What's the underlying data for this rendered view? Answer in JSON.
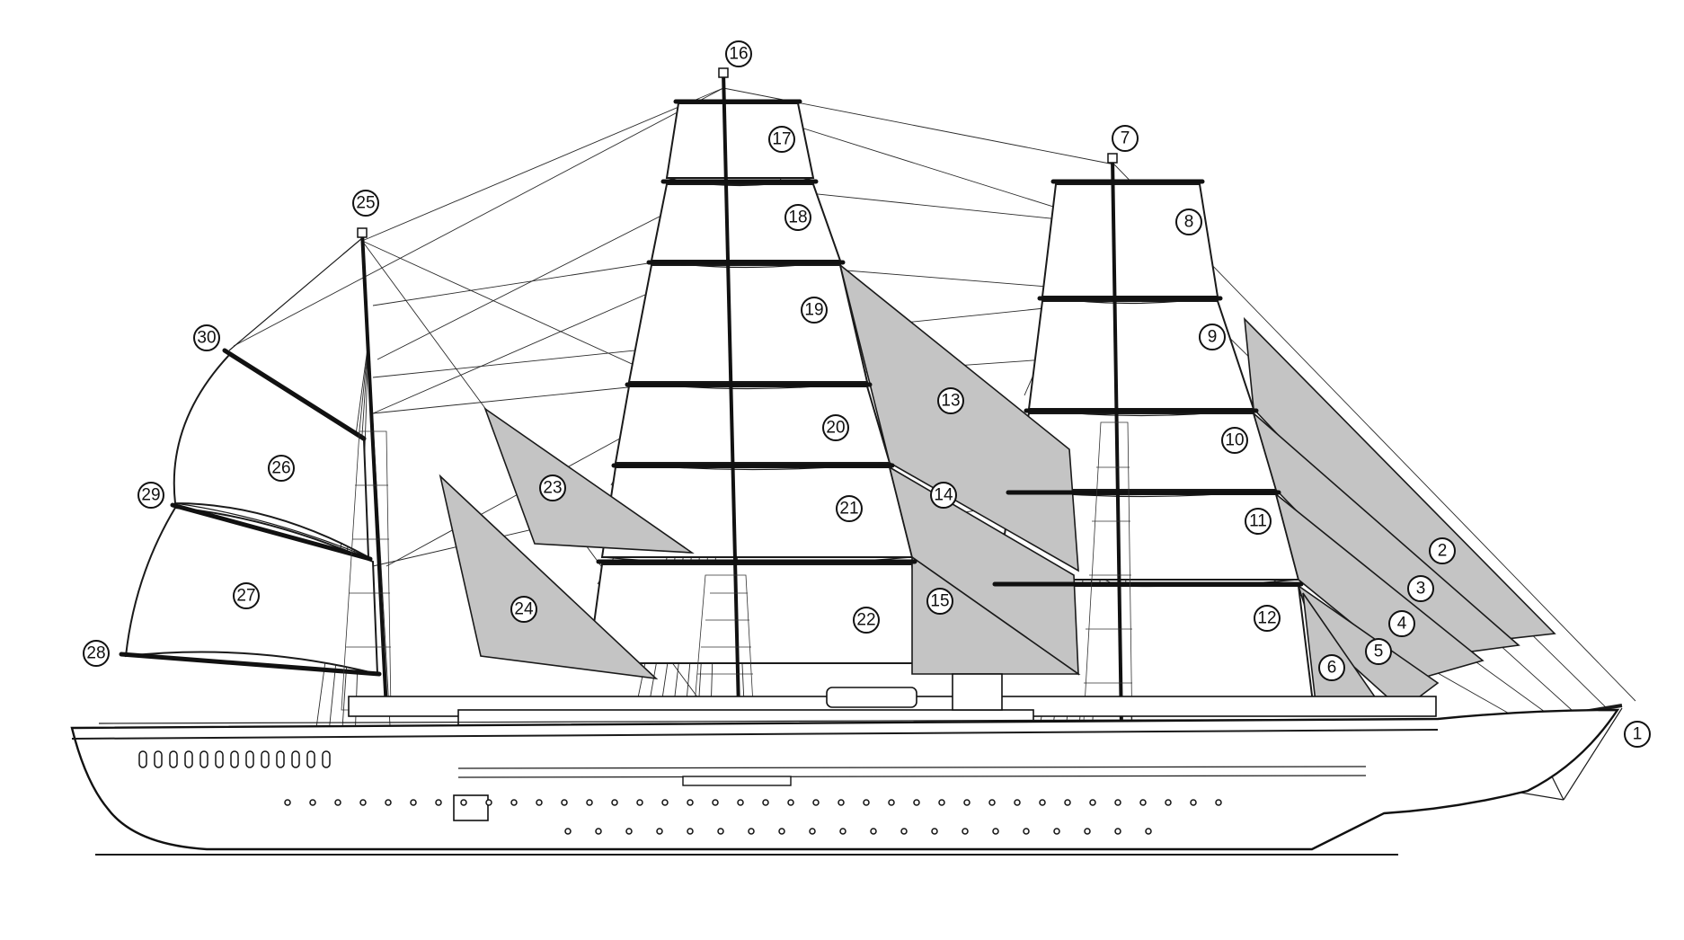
{
  "diagram": {
    "callouts": [
      {
        "id": "1",
        "label": "1"
      },
      {
        "id": "2",
        "label": "2"
      },
      {
        "id": "3",
        "label": "3"
      },
      {
        "id": "4",
        "label": "4"
      },
      {
        "id": "5",
        "label": "5"
      },
      {
        "id": "6",
        "label": "6"
      },
      {
        "id": "7",
        "label": "7"
      },
      {
        "id": "8",
        "label": "8"
      },
      {
        "id": "9",
        "label": "9"
      },
      {
        "id": "10",
        "label": "10"
      },
      {
        "id": "11",
        "label": "11"
      },
      {
        "id": "12",
        "label": "12"
      },
      {
        "id": "13",
        "label": "13"
      },
      {
        "id": "14",
        "label": "14"
      },
      {
        "id": "15",
        "label": "15"
      },
      {
        "id": "16",
        "label": "16"
      },
      {
        "id": "17",
        "label": "17"
      },
      {
        "id": "18",
        "label": "18"
      },
      {
        "id": "19",
        "label": "19"
      },
      {
        "id": "20",
        "label": "20"
      },
      {
        "id": "21",
        "label": "21"
      },
      {
        "id": "22",
        "label": "22"
      },
      {
        "id": "23",
        "label": "23"
      },
      {
        "id": "24",
        "label": "24"
      },
      {
        "id": "25",
        "label": "25"
      },
      {
        "id": "26",
        "label": "26"
      },
      {
        "id": "27",
        "label": "27"
      },
      {
        "id": "28",
        "label": "28"
      },
      {
        "id": "29",
        "label": "29"
      },
      {
        "id": "30",
        "label": "30"
      }
    ],
    "colors": {
      "staysail_fill": "#c4c4c4",
      "square_sail_fill": "#ffffff",
      "outline": "#111111"
    }
  }
}
